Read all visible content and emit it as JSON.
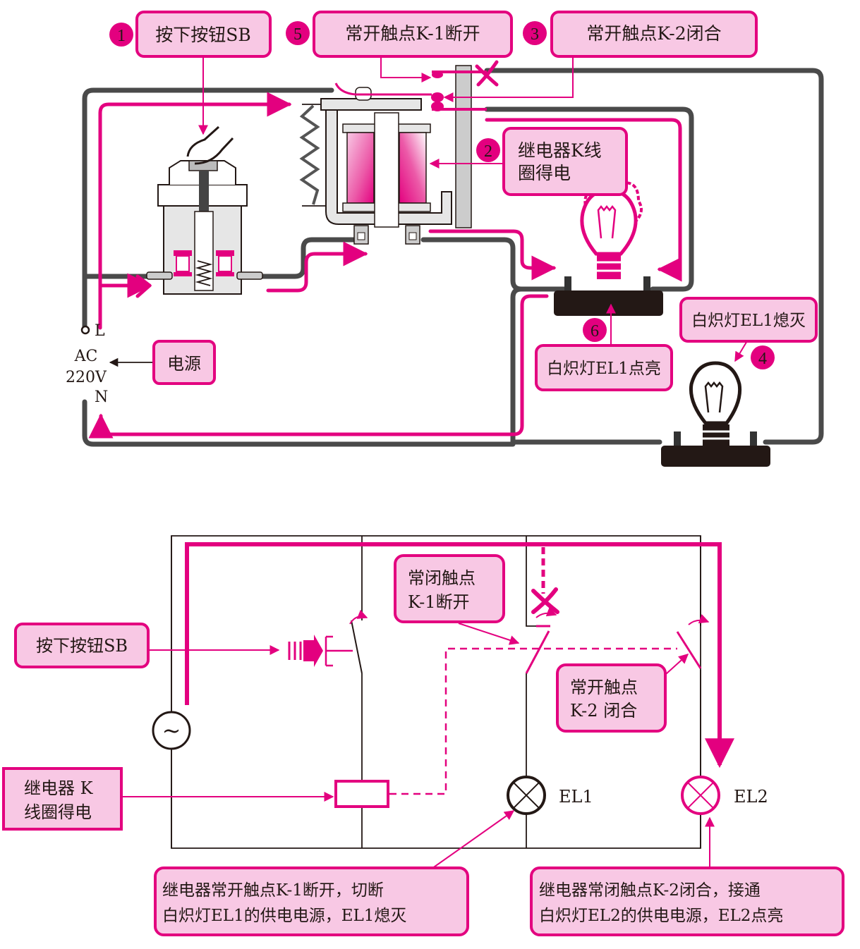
{
  "colors": {
    "accent": "#e3007f",
    "label_fill": "#f8c8e4",
    "wire": "#4a4a4a",
    "text": "#231815"
  },
  "top_diagram": {
    "step_callouts": [
      {
        "step": "1",
        "text": "按下按钮SB"
      },
      {
        "step": "5",
        "text": "常开触点K-1断开"
      },
      {
        "step": "3",
        "text": "常开触点K-2闭合"
      },
      {
        "step": "2",
        "text": [
          "继电器K线",
          "圈得电"
        ]
      },
      {
        "step": "6",
        "text": "白炽灯EL1点亮"
      },
      {
        "step": "4",
        "text": "白炽灯EL1熄灭"
      }
    ],
    "power": {
      "terminal_l": "L",
      "terminal_n": "N",
      "ac_label": "AC",
      "voltage": "220V",
      "source_label": "电源"
    },
    "components": {
      "push_button": "push-button-sb",
      "relay": "relay-k",
      "lamp_lit": "lamp-el1-lit",
      "lamp_off": "lamp-el2-off"
    }
  },
  "bottom_diagram": {
    "callouts": {
      "press_button": "按下按钮SB",
      "relay_coil": [
        "继电器 K",
        "线圈得电"
      ],
      "k1_contact": [
        "常闭触点",
        "K-1断开"
      ],
      "k2_contact": [
        "常开触点",
        "K-2 闭合"
      ],
      "el1_note": [
        "继电器常开触点K-1断开，切断",
        "白炽灯EL1的供电电源，EL1熄灭"
      ],
      "el2_note": [
        "继电器常闭触点K-2闭合，接通",
        "白炽灯EL2的供电电源，EL2点亮"
      ]
    },
    "lamps": {
      "el1": "EL1",
      "el2": "EL2"
    },
    "source_symbol": "~"
  }
}
